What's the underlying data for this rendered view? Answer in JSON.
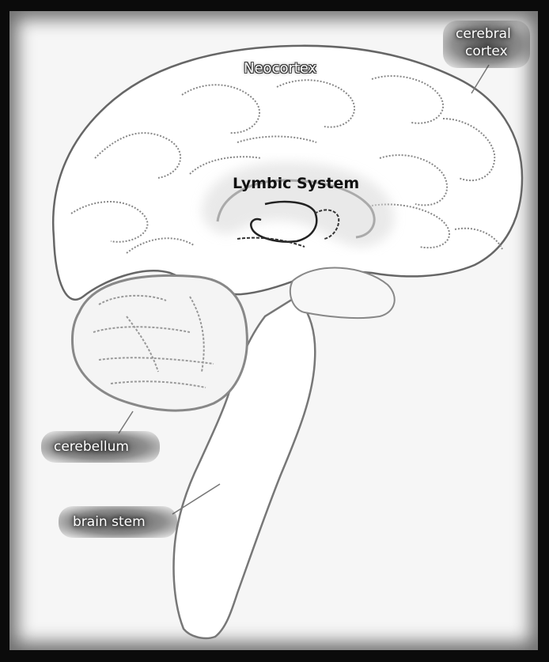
{
  "labels": {
    "neocortex": "Neocortex",
    "cerebral_line1": "cerebral",
    "cerebral_line2": "cortex",
    "limbic": "Lymbic System",
    "cerebellum": "cerebellum",
    "brain_stem": "brain stem"
  }
}
